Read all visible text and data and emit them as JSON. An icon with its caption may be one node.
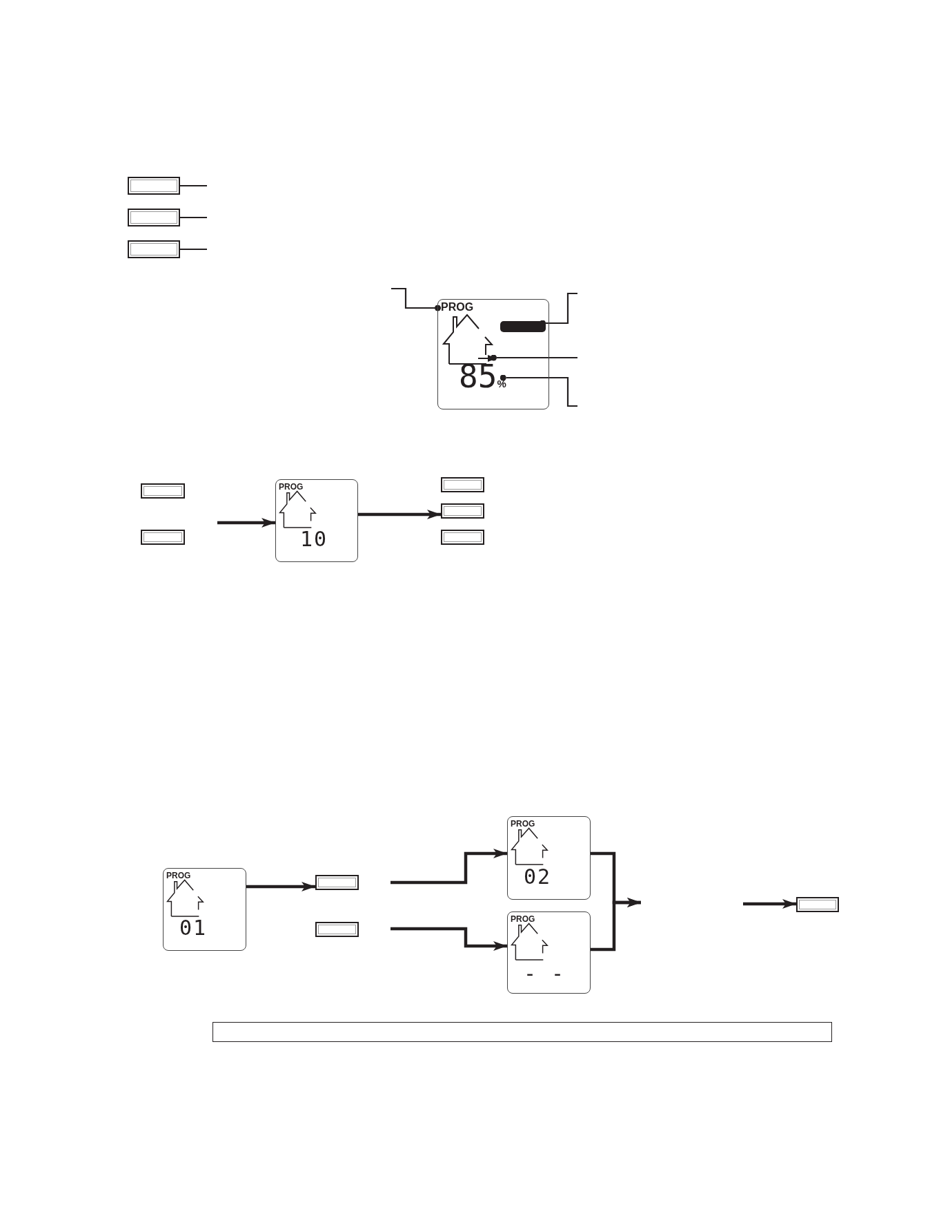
{
  "diagram": {
    "nodes": [
      {
        "text": [],
        "shape": "button"
      },
      {
        "text": [],
        "shape": "button"
      },
      {
        "text": [],
        "shape": "button"
      },
      {
        "text": [],
        "shape": "box"
      },
      {
        "text": [
          "PROG"
        ],
        "in": 3
      },
      {
        "text": [],
        "shape": "bar",
        "in": 3
      },
      {
        "text": [],
        "shape": "arrow",
        "in": 3
      },
      {
        "text": [
          "85",
          "%"
        ],
        "in": 3
      },
      {
        "text": [],
        "shape": "button"
      },
      {
        "text": [],
        "shape": "button"
      },
      {
        "text": [
          "PROG",
          "10"
        ]
      },
      {
        "text": [],
        "shape": "button"
      },
      {
        "text": [],
        "shape": "button"
      },
      {
        "text": [],
        "shape": "button"
      },
      {
        "text": [
          "PROG",
          "01"
        ]
      },
      {
        "text": [],
        "shape": "button"
      },
      {
        "text": [],
        "shape": "button"
      },
      {
        "text": [
          "PROG",
          "02"
        ]
      },
      {
        "text": [
          "PROG",
          "- -"
        ]
      },
      {
        "text": [],
        "shape": "button"
      },
      {
        "text": [],
        "shape": "box"
      }
    ],
    "edges": [
      {
        "from": null,
        "to": 0,
        "arrow": "other"
      },
      {
        "from": null,
        "to": 1,
        "arrow": "other"
      },
      {
        "from": null,
        "to": 2,
        "arrow": "other"
      },
      {
        "from": null,
        "to": 4,
        "arrow": "other"
      },
      {
        "from": null,
        "to": 5,
        "arrow": "other"
      },
      {
        "from": null,
        "to": 6,
        "arrow": "other"
      },
      {
        "from": null,
        "to": 7,
        "arrow": "other"
      },
      {
        "from": null,
        "to": 10,
        "arrow": "to"
      },
      {
        "from": 10,
        "to": 12,
        "arrow": "to"
      },
      {
        "from": 14,
        "to": 15,
        "arrow": "to"
      },
      {
        "from": null,
        "to": 17,
        "arrow": "to"
      },
      {
        "from": null,
        "to": 18,
        "arrow": "to"
      },
      {
        "from": 17,
        "to": null,
        "arrow": "to"
      },
      {
        "from": 18,
        "to": null,
        "arrow": "to"
      },
      {
        "from": null,
        "to": 19,
        "arrow": "to"
      }
    ]
  }
}
